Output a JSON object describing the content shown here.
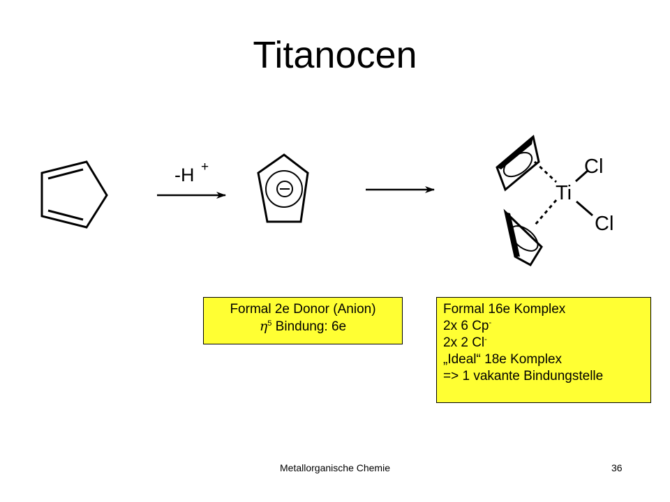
{
  "title": "Titanocen",
  "arrow1_label_main": "-H",
  "arrow1_label_sup": "+",
  "anion_charge": "−",
  "ti_label": "Ti",
  "cl_top": "Cl",
  "cl_bottom": "Cl",
  "box_anion": {
    "line1": "Formal 2e Donor (Anion)",
    "eta": "η",
    "eta_sup": "5",
    "line2_rest": " Bindung: 6e"
  },
  "box_complex": {
    "line1": "Formal 16e Komplex",
    "line2": "2x 6 Cp",
    "line2_sup": "-",
    "line3": "2x 2 Cl",
    "line3_sup": "-",
    "line4": "„Ideal“  18e Komplex",
    "line5": "=> 1 vakante Bindungstelle"
  },
  "footer_text": "Metallorganische Chemie",
  "page_number": "36",
  "colors": {
    "box_fill": "#ffff33"
  }
}
